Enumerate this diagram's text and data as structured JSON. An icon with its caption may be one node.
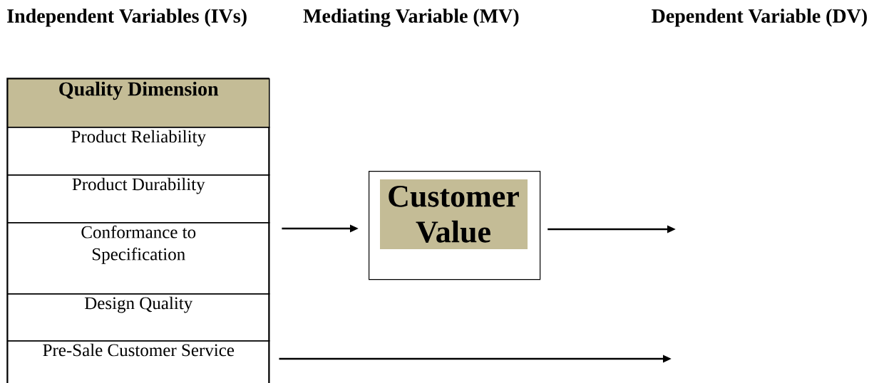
{
  "diagram": {
    "nodes": [
      {
        "text": [],
        "shape": "box"
      },
      {
        "text": [
          "Quality Dimension"
        ],
        "in": 0
      },
      {
        "text": [
          "Product Reliability"
        ],
        "in": 0
      },
      {
        "text": [
          "Product Durability"
        ],
        "in": 0
      },
      {
        "text": [
          "Conformance to Specification"
        ],
        "in": 0
      },
      {
        "text": [
          "Design Quality"
        ],
        "in": 0
      },
      {
        "text": [
          "Pre-Sale Customer Service"
        ],
        "in": 0
      },
      {
        "text": [
          "Customer Value"
        ]
      }
    ],
    "edges": [
      {
        "from": 0,
        "to": 7,
        "arrow": "to"
      },
      {
        "from": 7,
        "to": null,
        "arrow": "to"
      },
      {
        "from": 6,
        "to": null,
        "arrow": "to"
      }
    ],
    "labels": [
      "Independent Variables (IVs)",
      "Mediating Variable (MV)",
      "Dependent Variable (DV)"
    ]
  }
}
